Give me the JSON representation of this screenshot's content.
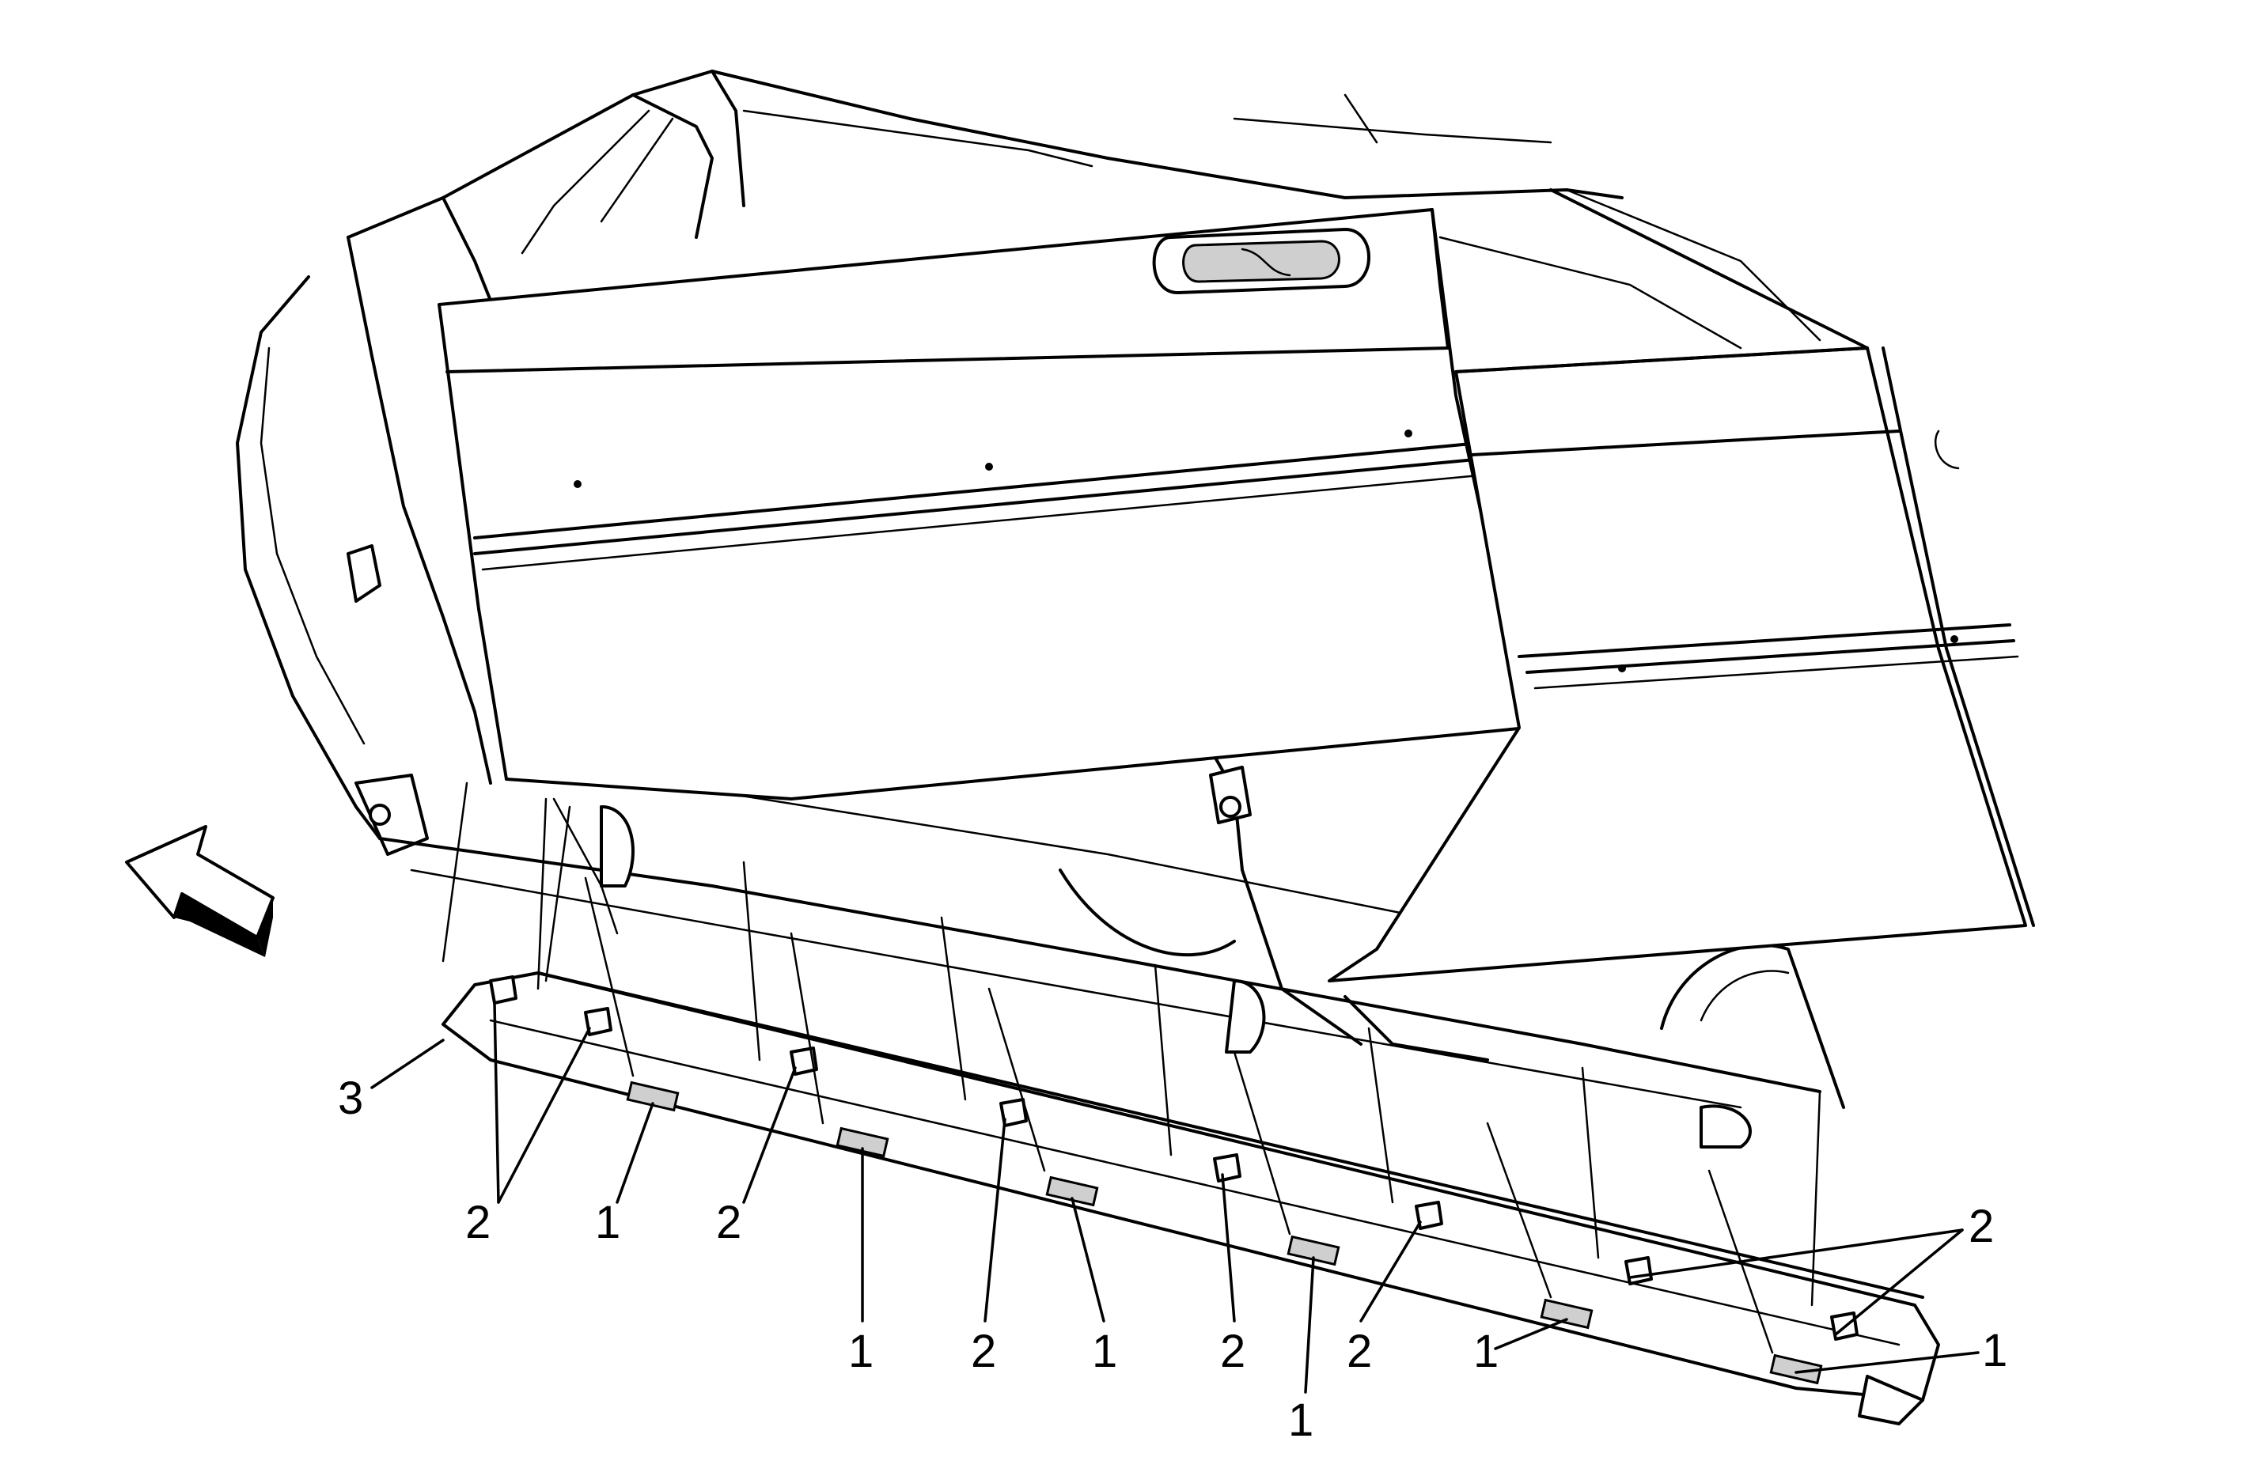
{
  "callouts": [
    {
      "label": "3"
    },
    {
      "label": "2"
    },
    {
      "label": "1"
    },
    {
      "label": "2"
    },
    {
      "label": "1"
    },
    {
      "label": "2"
    },
    {
      "label": "1"
    },
    {
      "label": "2"
    },
    {
      "label": "1"
    },
    {
      "label": "2"
    },
    {
      "label": "1"
    },
    {
      "label": "2"
    },
    {
      "label": "1"
    }
  ],
  "colors": {
    "line": "#000000",
    "background": "#ffffff",
    "shade": "#cfcfcf"
  }
}
